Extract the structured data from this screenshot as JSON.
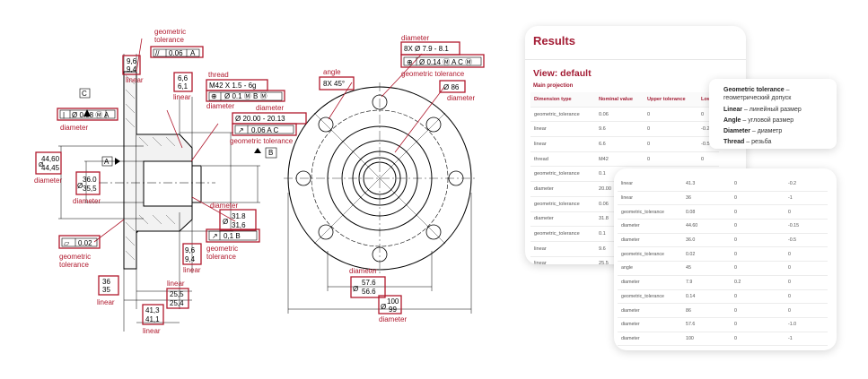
{
  "drawing": {
    "section_labels": [
      {
        "id": "lbl-gt-top",
        "text": [
          "geometric",
          "tolerance"
        ]
      },
      {
        "id": "lbl-linear-96",
        "text": [
          "linear"
        ]
      },
      {
        "id": "lbl-thread",
        "text": [
          "thread"
        ]
      },
      {
        "id": "lbl-linear-66",
        "text": [
          "linear"
        ]
      },
      {
        "id": "lbl-diameter-fcf",
        "text": [
          "diameter"
        ]
      },
      {
        "id": "lbl-diameter-44",
        "text": [
          "diameter"
        ]
      },
      {
        "id": "lbl-diameter-36",
        "text": [
          "diameter"
        ]
      },
      {
        "id": "lbl-diameter-thr",
        "text": [
          "diameter"
        ]
      },
      {
        "id": "lbl-gt-mid",
        "text": [
          "geometric tolerance"
        ]
      },
      {
        "id": "lbl-diameter-20",
        "text": [
          "diameter"
        ]
      },
      {
        "id": "lbl-diameter-318",
        "text": [
          "diameter"
        ]
      },
      {
        "id": "lbl-gt-low",
        "text": [
          "geometric",
          "tolerance"
        ]
      },
      {
        "id": "lbl-gt-left",
        "text": [
          "geometric",
          "tolerance"
        ]
      },
      {
        "id": "lbl-linear-96b",
        "text": [
          "linear"
        ]
      },
      {
        "id": "lbl-linear-36",
        "text": [
          "linear"
        ]
      },
      {
        "id": "lbl-linear-255",
        "text": [
          "linear"
        ]
      },
      {
        "id": "lbl-linear-413",
        "text": [
          "linear"
        ]
      },
      {
        "id": "lbl-angle",
        "text": [
          "angle"
        ]
      },
      {
        "id": "lbl-diameter-79",
        "text": [
          "diameter"
        ]
      },
      {
        "id": "lbl-gt-79",
        "text": [
          "geometric tolerance"
        ]
      },
      {
        "id": "lbl-diameter-86",
        "text": [
          "diameter"
        ]
      },
      {
        "id": "lbl-diameter-576",
        "text": [
          "diameter"
        ]
      },
      {
        "id": "lbl-diameter-100",
        "text": [
          "diameter"
        ]
      }
    ],
    "dims": {
      "d96_top": "9,6",
      "d96_bot": "9,4",
      "d66_top": "6,6",
      "d66_bot": "6,1",
      "fcf_top": "0.06",
      "fcf_top_datum": "A",
      "thread": "M42  X  1.5 - 6g",
      "fcf_thr": "Ø 0.1 Ⓜ  B Ⓜ",
      "datum_c": "C",
      "fcf_left": "Ø 0.08 Ⓜ  A",
      "d44_top": "44,60",
      "d44_bot": "44,45",
      "datum_a": "A",
      "d36_top": "36.0",
      "d36_bot": "35,5",
      "d20": "Ø 20.00 - 20.13",
      "fcf_mid": "0.06  A  C",
      "datum_b": "B",
      "d318_top": "31.8",
      "d318_bot": "31,6",
      "fcf_low": "0,1  B",
      "flat": "0.02",
      "d96b_top": "9,6",
      "d96b_bot": "9,4",
      "d36s_top": "36",
      "d36s_bot": "35",
      "d255_top": "25,5",
      "d255_bot": "25,4",
      "d413_top": "41,3",
      "d413_bot": "41,1",
      "angle": "8X  45°",
      "d79": "8X  Ø 7.9 - 8.1",
      "fcf_79": "Ø 0.14 Ⓜ  A  C Ⓜ",
      "d86": "Ø 86",
      "d576_top": "57.6",
      "d576_bot": "56.6",
      "d100_top": "100",
      "d100_bot": "99"
    }
  },
  "results": {
    "title": "Results",
    "view_title": "View: default",
    "projection_title": "Main projection",
    "columns": [
      "Dimension type",
      "Nominal value",
      "Upper tolerance",
      "Lower"
    ],
    "rows": [
      [
        "geometric_tolerance",
        "0.06",
        "0",
        "0"
      ],
      [
        "linear",
        "9.6",
        "0",
        "-0.2"
      ],
      [
        "linear",
        "6.6",
        "0",
        "-0.5"
      ],
      [
        "thread",
        "M42",
        "0",
        "0"
      ],
      [
        "geometric_tolerance",
        "0.1",
        "0",
        "0"
      ],
      [
        "diameter",
        "20.00",
        "",
        ""
      ],
      [
        "geometric_tolerance",
        "0.06",
        "",
        ""
      ],
      [
        "diameter",
        "31.8",
        "",
        ""
      ],
      [
        "geometric_tolerance",
        "0.1",
        "",
        ""
      ],
      [
        "linear",
        "9.6",
        "",
        ""
      ],
      [
        "linear",
        "25.5",
        "",
        ""
      ]
    ]
  },
  "legend": [
    {
      "term": "Geometric tolerance",
      "desc": "– геометрический допуск"
    },
    {
      "term": "Linear",
      "desc": "– линейный размер"
    },
    {
      "term": "Angle",
      "desc": "– угловой размер"
    },
    {
      "term": "Diameter",
      "desc": "– диаметр"
    },
    {
      "term": "Thread",
      "desc": "– резьба"
    }
  ],
  "results_second": {
    "rows": [
      [
        "linear",
        "41.3",
        "0",
        "-0.2"
      ],
      [
        "linear",
        "36",
        "0",
        "-1"
      ],
      [
        "geometric_tolerance",
        "0.08",
        "0",
        "0"
      ],
      [
        "diameter",
        "44.60",
        "0",
        "-0.15"
      ],
      [
        "diameter",
        "36.0",
        "0",
        "-0.5"
      ],
      [
        "geometric_tolerance",
        "0.02",
        "0",
        "0"
      ],
      [
        "angle",
        "45",
        "0",
        "0"
      ],
      [
        "diameter",
        "7.9",
        "0.2",
        "0"
      ],
      [
        "geometric_tolerance",
        "0.14",
        "0",
        "0"
      ],
      [
        "diameter",
        "86",
        "0",
        "0"
      ],
      [
        "diameter",
        "57.6",
        "0",
        "-1.0"
      ],
      [
        "diameter",
        "100",
        "0",
        "-1"
      ]
    ]
  },
  "colors": {
    "accent": "#b0192d",
    "heading": "#a31c34"
  }
}
